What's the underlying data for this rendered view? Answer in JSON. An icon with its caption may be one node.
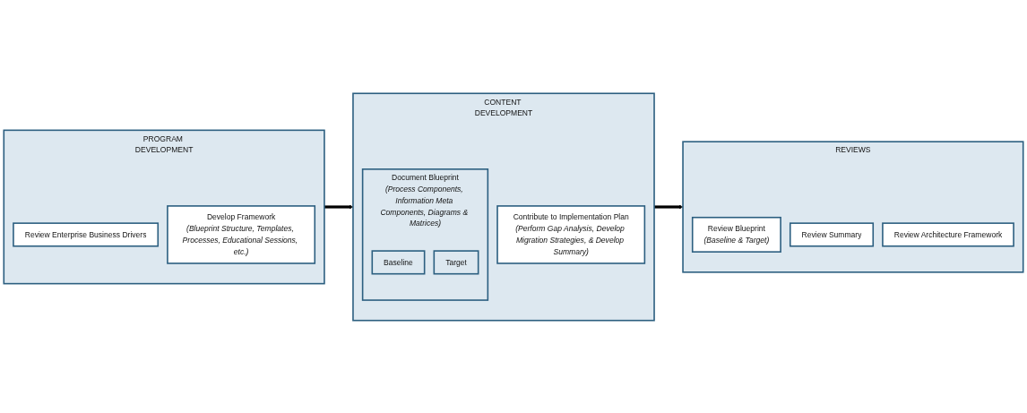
{
  "diagram": {
    "nodes": [
      {
        "text": [
          "PROGRAM DEVELOPMENT"
        ]
      },
      {
        "text": [
          "Review Enterprise Business Drivers"
        ],
        "in": 0
      },
      {
        "text": [
          "Develop Framework",
          "(Blueprint Structure, Templates, Processes, Educational Sessions, etc.)"
        ],
        "in": 0
      },
      {
        "text": [
          "CONTENT DEVELOPMENT"
        ]
      },
      {
        "text": [
          "Document Blueprint",
          "(Process Components, Information Meta Components, Diagrams & Matrices)"
        ],
        "in": 3
      },
      {
        "text": [
          "Baseline"
        ],
        "in": 4
      },
      {
        "text": [
          "Target"
        ],
        "in": 4
      },
      {
        "text": [
          "Contribute to Implementation Plan",
          "(Perform Gap Analysis, Develop Migration Strategies, & Develop Summary)"
        ],
        "in": 3
      },
      {
        "text": [
          "REVIEWS"
        ]
      },
      {
        "text": [
          "Review Blueprint",
          "(Baseline & Target)"
        ],
        "in": 8
      },
      {
        "text": [
          "Review Summary"
        ],
        "in": 8
      },
      {
        "text": [
          "Review Architecture Framework"
        ],
        "in": 8
      }
    ],
    "edges": [
      {
        "from": 0,
        "to": 3,
        "arrow": "to"
      },
      {
        "from": 3,
        "to": 8,
        "arrow": "to"
      }
    ]
  }
}
